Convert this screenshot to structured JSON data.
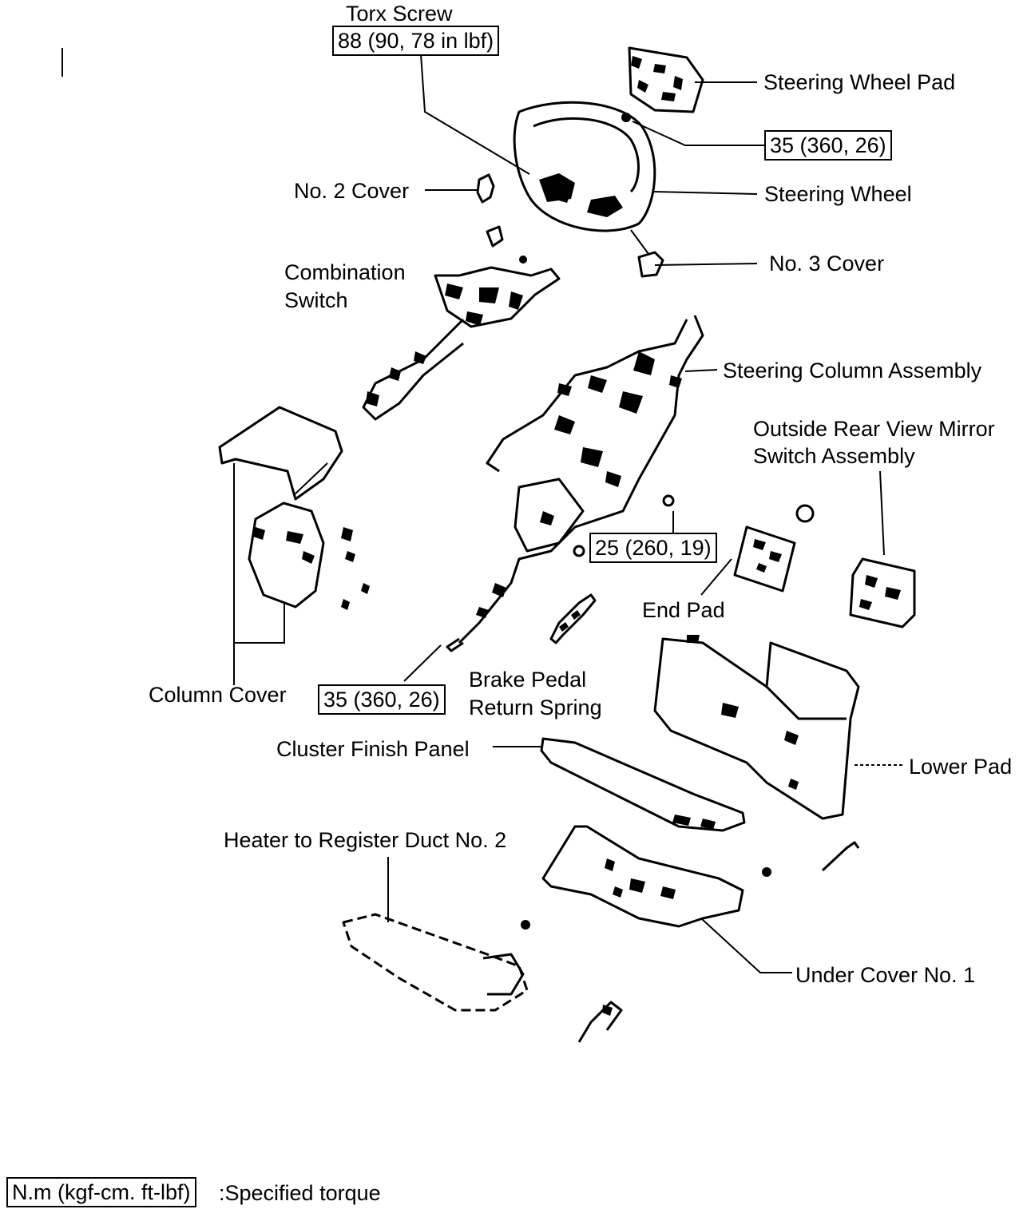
{
  "labels": {
    "torx_screw": "Torx Screw",
    "steering_wheel_pad": "Steering Wheel Pad",
    "no2_cover": "No. 2 Cover",
    "steering_wheel": "Steering Wheel",
    "no3_cover": "No.  3 Cover",
    "combination_switch_1": "Combination",
    "combination_switch_2": "Switch",
    "steering_column_assembly": "Steering Column Assembly",
    "outside_mirror_switch_1": "Outside Rear View Mirror",
    "outside_mirror_switch_2": "Switch Assembly",
    "end_pad": "End Pad",
    "column_cover": "Column Cover",
    "brake_spring_1": "Brake Pedal",
    "brake_spring_2": "Return Spring",
    "cluster_finish_panel": "Cluster Finish Panel",
    "lower_pad": "Lower Pad",
    "heater_duct": "Heater to Register Duct No. 2",
    "under_cover": "Under Cover No.  1"
  },
  "torques": {
    "torx": "88 (90, 78 in lbf)",
    "wheel_nut": "35 (360, 26)",
    "column_bolt": "25 (260, 19)",
    "column_lower": "35 (360, 26)"
  },
  "legend": {
    "unit": "N.m (kgf-cm. ft-lbf)",
    "description": ":Specified torque"
  }
}
